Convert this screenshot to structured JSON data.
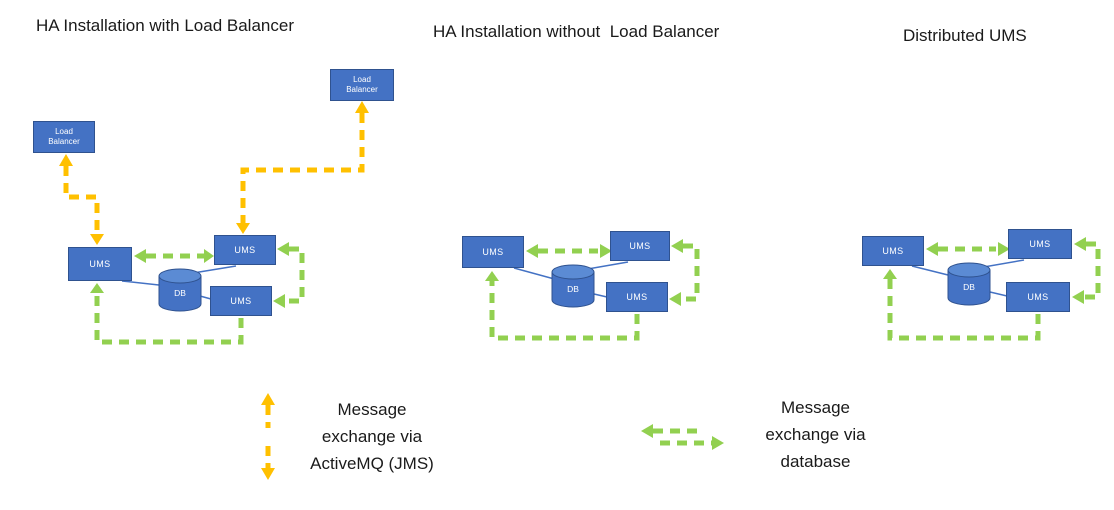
{
  "titles": {
    "d1": "HA Installation with Load Balancer",
    "d2": "HA Installation without  Load Balancer",
    "d3": "Distributed UMS"
  },
  "labels": {
    "ums": "UMS",
    "db": "DB",
    "load_balancer_line1": "Load",
    "load_balancer_line2": "Balancer"
  },
  "legend": {
    "jms_line1": "Message",
    "jms_line2": "exchange via",
    "jms_line3": "ActiveMQ (JMS)",
    "db_line1": "Message",
    "db_line2": "exchange via",
    "db_line3": "database"
  },
  "colors": {
    "box_fill": "#4472C4",
    "box_border": "#2F528F",
    "jms_arrow": "#FFC000",
    "db_arrow": "#92D050"
  }
}
